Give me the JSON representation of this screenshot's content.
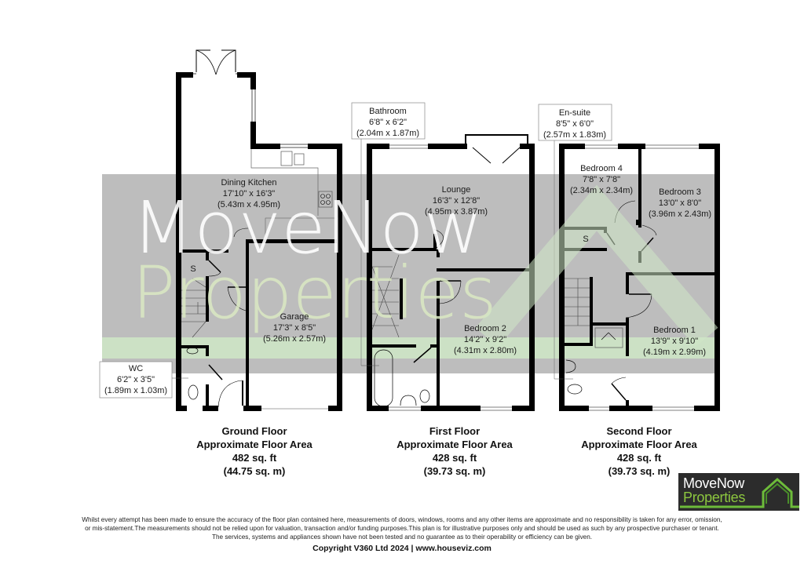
{
  "watermark": {
    "line1": "MoveNow",
    "line2": "Properties",
    "band_color": "#bdbdbd",
    "stripe_color": "#cfe8c7",
    "line2_color": "#d9e8c0"
  },
  "floors": [
    {
      "id": "ground",
      "caption": {
        "name": "Ground Floor",
        "area_label": "Approximate Floor Area",
        "area_sqft": "482 sq. ft",
        "area_sqm": "(44.75 sq. m)"
      },
      "rooms": [
        {
          "name": "Dining Kitchen",
          "imperial": "17'10\" x 16'3\"",
          "metric": "(5.43m x 4.95m)"
        },
        {
          "name": "Garage",
          "imperial": "17'3\" x 8'5\"",
          "metric": "(5.26m x 2.57m)"
        },
        {
          "name": "WC",
          "imperial": "6'2\" x 3'5\"",
          "metric": "(1.89m x 1.03m)"
        },
        {
          "name": "S"
        }
      ]
    },
    {
      "id": "first",
      "caption": {
        "name": "First Floor",
        "area_label": "Approximate Floor Area",
        "area_sqft": "428 sq. ft",
        "area_sqm": "(39.73 sq. m)"
      },
      "rooms": [
        {
          "name": "Bathroom",
          "imperial": "6'8\" x 6'2\"",
          "metric": "(2.04m x 1.87m)"
        },
        {
          "name": "Lounge",
          "imperial": "16'3\" x 12'8\"",
          "metric": "(4.95m x 3.87m)"
        },
        {
          "name": "Bedroom 2",
          "imperial": "14'2\" x 9'2\"",
          "metric": "(4.31m x 2.80m)"
        }
      ]
    },
    {
      "id": "second",
      "caption": {
        "name": "Second Floor",
        "area_label": "Approximate Floor Area",
        "area_sqft": "428 sq. ft",
        "area_sqm": "(39.73 sq. m)"
      },
      "rooms": [
        {
          "name": "En-suite",
          "imperial": "8'5\" x 6'0\"",
          "metric": "(2.57m x 1.83m)"
        },
        {
          "name": "Bedroom 4",
          "imperial": "7'8\" x 7'8\"",
          "metric": "(2.34m x 2.34m)"
        },
        {
          "name": "Bedroom 3",
          "imperial": "13'0\" x 8'0\"",
          "metric": "(3.96m x 2.43m)"
        },
        {
          "name": "Bedroom 1",
          "imperial": "13'9\" x 9'10\"",
          "metric": "(4.19m x 2.99m)"
        },
        {
          "name": "S"
        }
      ]
    }
  ],
  "logo": {
    "line1": "MoveNow",
    "line2": "Properties",
    "bg_color": "#2c2c2c",
    "accent_color": "#8cc63f"
  },
  "footer": {
    "disclaimer_lines": [
      "Whilst every attempt has been made to ensure the accuracy of the floor plan contained here, measurements of doors, windows, rooms and any other items are approximate and no responsibility is taken for any error, omission,",
      "or mis-statement.The measurements should not be relied upon for valuation, transaction and/or funding purposes.This plan is for illustrative purposes only and should be used as such by any prospective purchaser or tenant.",
      "The services, systems and appliances shown have not been tested and no guarantee as to their operability or efficiency can be given."
    ],
    "copyright": "Copyright V360 Ltd 2024 | www.houseviz.com"
  }
}
